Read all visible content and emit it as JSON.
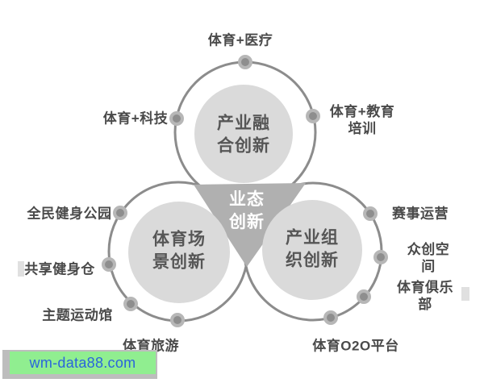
{
  "diagram": {
    "center_label": "业态\n创新",
    "circles": {
      "top": {
        "title": "产业融\n合创新"
      },
      "bottom_left": {
        "title": "体育场\n景创新"
      },
      "bottom_right": {
        "title": "产业组\n织创新"
      }
    },
    "satellites": {
      "medical": "体育+医疗",
      "technology": "体育+科技",
      "education": "体育+教育\n培训",
      "fitness_park": "全民健身公园",
      "shared_gym": "共享健身仓",
      "theme_stadium": "主题运动馆",
      "sports_tourism": "体育旅游",
      "event_operation": "赛事运营",
      "maker_space": "众创空间",
      "sports_club": "体育俱乐部",
      "o2o_platform": "体育O2O平台"
    }
  },
  "watermark": {
    "text": "wm-data88.com",
    "bg_color": "#90ee90",
    "text_color": "#2a64dc"
  },
  "colors": {
    "ring": "#8c8c8c",
    "inner_circle": "#dadada",
    "triangle": "#b0b0b0",
    "dot": "#8e8e8e",
    "dot_halo": "#b7b7b7",
    "label_text": "#4a4a4a",
    "title_text": "#565656",
    "center_text": "#ffffff"
  }
}
